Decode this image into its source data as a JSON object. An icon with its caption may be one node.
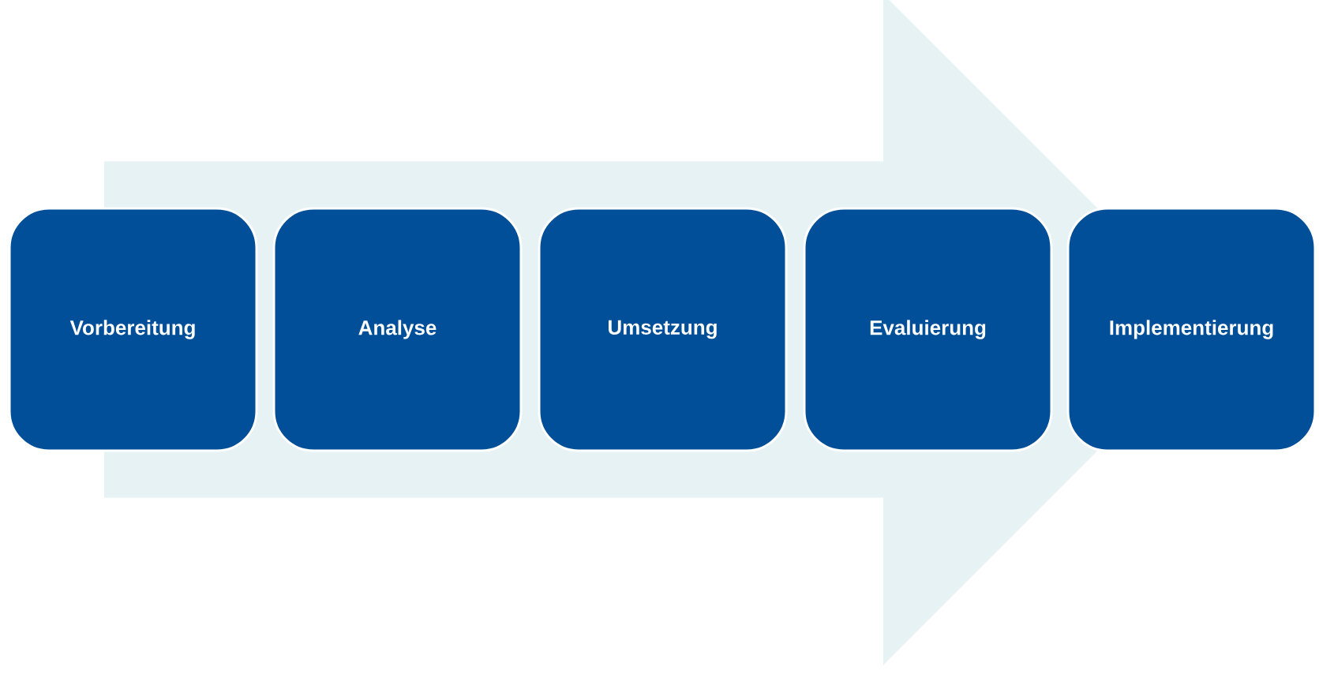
{
  "diagram": {
    "nodes": [
      {
        "text": [
          "Vorbereitung"
        ]
      },
      {
        "text": [
          "Analyse"
        ]
      },
      {
        "text": [
          "Umsetzung"
        ]
      },
      {
        "text": [
          "Evaluierung"
        ]
      },
      {
        "text": [
          "Implementierung"
        ]
      }
    ],
    "edges": [
      {
        "from": 0,
        "to": 4,
        "arrow": "to"
      }
    ]
  }
}
